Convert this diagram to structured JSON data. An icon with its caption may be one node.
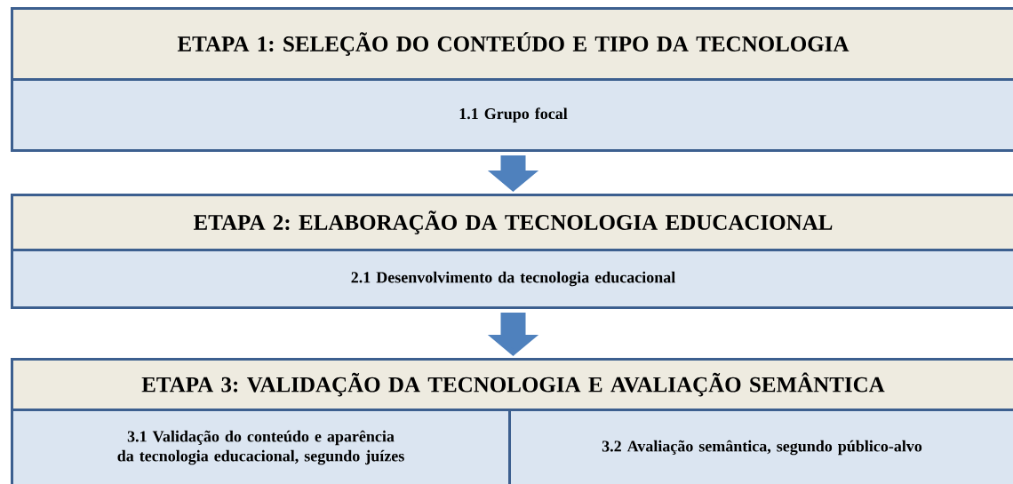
{
  "diagram": {
    "nodes": [
      {
        "text": [
          "ETAPA 1: SELEÇÃO DO CONTEÚDO E TIPO DA TECNOLOGIA"
        ]
      },
      {
        "text": [
          "1.1 Grupo focal"
        ]
      },
      {
        "text": [
          "ETAPA 2: ELABORAÇÃO DA TECNOLOGIA EDUCACIONAL"
        ]
      },
      {
        "text": [
          "2.1 Desenvolvimento da tecnologia educacional"
        ]
      },
      {
        "text": [
          "ETAPA 3: VALIDAÇÃO DA TECNOLOGIA E AVALIAÇÃO SEMÂNTICA"
        ]
      },
      {
        "text": [
          "3.1 Validação do conteúdo e aparência da tecnologia educacional, segundo juízes"
        ]
      },
      {
        "text": [
          "3.2 Avaliação semântica, segundo público-alvo"
        ]
      }
    ],
    "edges": [
      {
        "from": 1,
        "to": 2,
        "arrow": "to"
      },
      {
        "from": 3,
        "to": 4,
        "arrow": "to"
      }
    ]
  }
}
